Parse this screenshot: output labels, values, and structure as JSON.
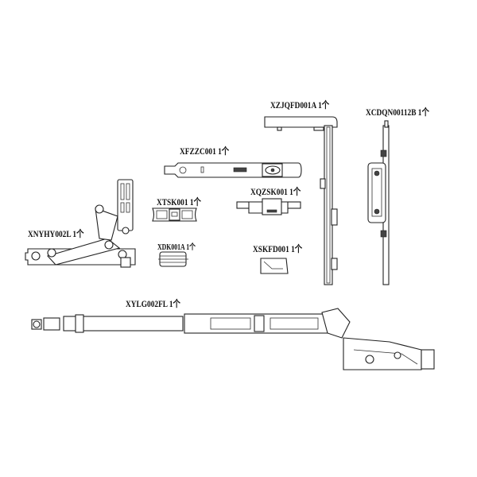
{
  "parts": [
    {
      "code": "XZJQFD001A",
      "qty": "1个"
    },
    {
      "code": "XCDQN00112B",
      "qty": "1个"
    },
    {
      "code": "XFZZC001",
      "qty": "1个"
    },
    {
      "code": "XTSK001",
      "qty": "1个"
    },
    {
      "code": "XQZSK001",
      "qty": "1个"
    },
    {
      "code": "XNYHY002L",
      "qty": "1个"
    },
    {
      "code": "XDK001A",
      "qty": "1个"
    },
    {
      "code": "XSKFD001",
      "qty": "1个"
    },
    {
      "code": "XYLG002FL",
      "qty": "1个"
    }
  ]
}
